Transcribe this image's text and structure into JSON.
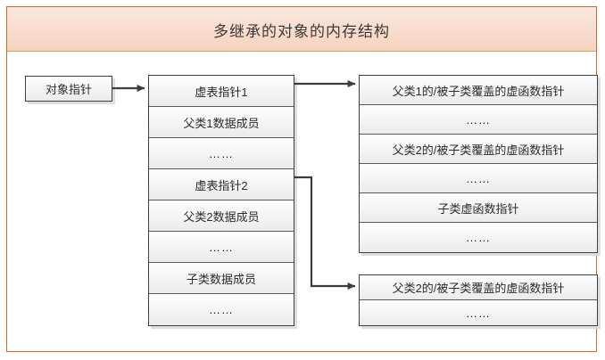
{
  "title": "多继承的对象的内存结构",
  "accent_border_color": "#d2691e",
  "banner_gradient": [
    "#fbe9dd",
    "#f5d3bc"
  ],
  "object_pointer": {
    "label": "对象指针"
  },
  "object_layout": {
    "name": "object-memory-layout",
    "rows": [
      {
        "label": "虚表指针1",
        "kind": "vptr"
      },
      {
        "label": "父类1数据成员",
        "kind": "member"
      },
      {
        "label": "……",
        "kind": "ellipsis"
      },
      {
        "label": "虚表指针2",
        "kind": "vptr"
      },
      {
        "label": "父类2数据成员",
        "kind": "member"
      },
      {
        "label": "……",
        "kind": "ellipsis"
      },
      {
        "label": "子类数据成员",
        "kind": "member"
      },
      {
        "label": "……",
        "kind": "ellipsis"
      }
    ]
  },
  "vtable_1": {
    "name": "virtual-table-1",
    "rows": [
      {
        "label": "父类1的/被子类覆盖的虚函数指针",
        "kind": "entry"
      },
      {
        "label": "……",
        "kind": "ellipsis"
      },
      {
        "label": "父类2的/被子类覆盖的虚函数指针",
        "kind": "entry"
      },
      {
        "label": "……",
        "kind": "ellipsis"
      },
      {
        "label": "子类虚函数指针",
        "kind": "entry"
      },
      {
        "label": "……",
        "kind": "ellipsis"
      }
    ]
  },
  "vtable_2": {
    "name": "virtual-table-2",
    "rows": [
      {
        "label": "父类2的/被子类覆盖的虚函数指针",
        "kind": "entry"
      },
      {
        "label": "……",
        "kind": "ellipsis"
      }
    ]
  },
  "connectors": [
    {
      "name": "obj-pointer-to-layout",
      "from": "对象指针",
      "to": "虚表指针1",
      "style": "straight-arrow"
    },
    {
      "name": "vptr1-to-vtable1",
      "from": "虚表指针1",
      "to": "父类1的/被子类覆盖的虚函数指针",
      "style": "straight-arrow"
    },
    {
      "name": "vptr2-to-vtable2",
      "from": "虚表指针2",
      "to": "父类2的/被子类覆盖的虚函数指针",
      "style": "elbow-arrow"
    }
  ]
}
